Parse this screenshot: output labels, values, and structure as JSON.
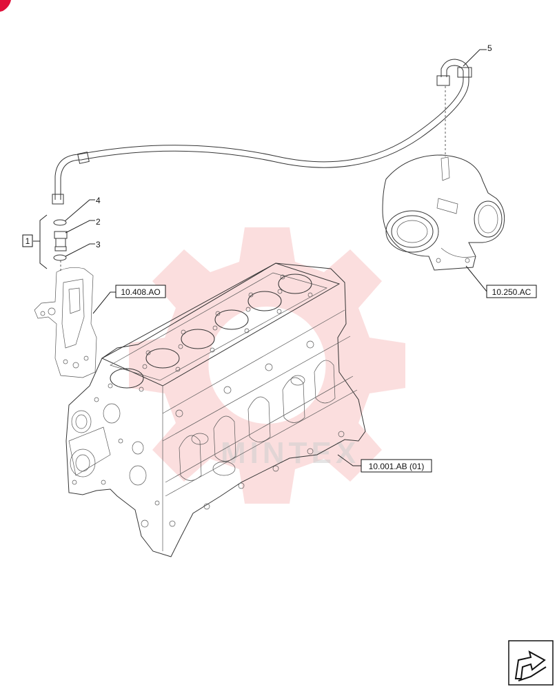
{
  "diagram": {
    "callouts": [
      {
        "id": "callout-1",
        "text": "1"
      },
      {
        "id": "callout-2",
        "text": "2"
      },
      {
        "id": "callout-3",
        "text": "3"
      },
      {
        "id": "callout-4",
        "text": "4"
      },
      {
        "id": "callout-5",
        "text": "5"
      }
    ],
    "references": [
      {
        "id": "ref-oil-filter",
        "text": "10.408.AO"
      },
      {
        "id": "ref-turbocharger",
        "text": "10.250.AC"
      },
      {
        "id": "ref-engine-block",
        "text": "10.001.AB (01)"
      }
    ],
    "watermark": {
      "text": "MINTEX",
      "color": "#f08a8a"
    },
    "corner_mark_color": "#e0103a",
    "nav_icon": "arrow-navigation-icon"
  }
}
